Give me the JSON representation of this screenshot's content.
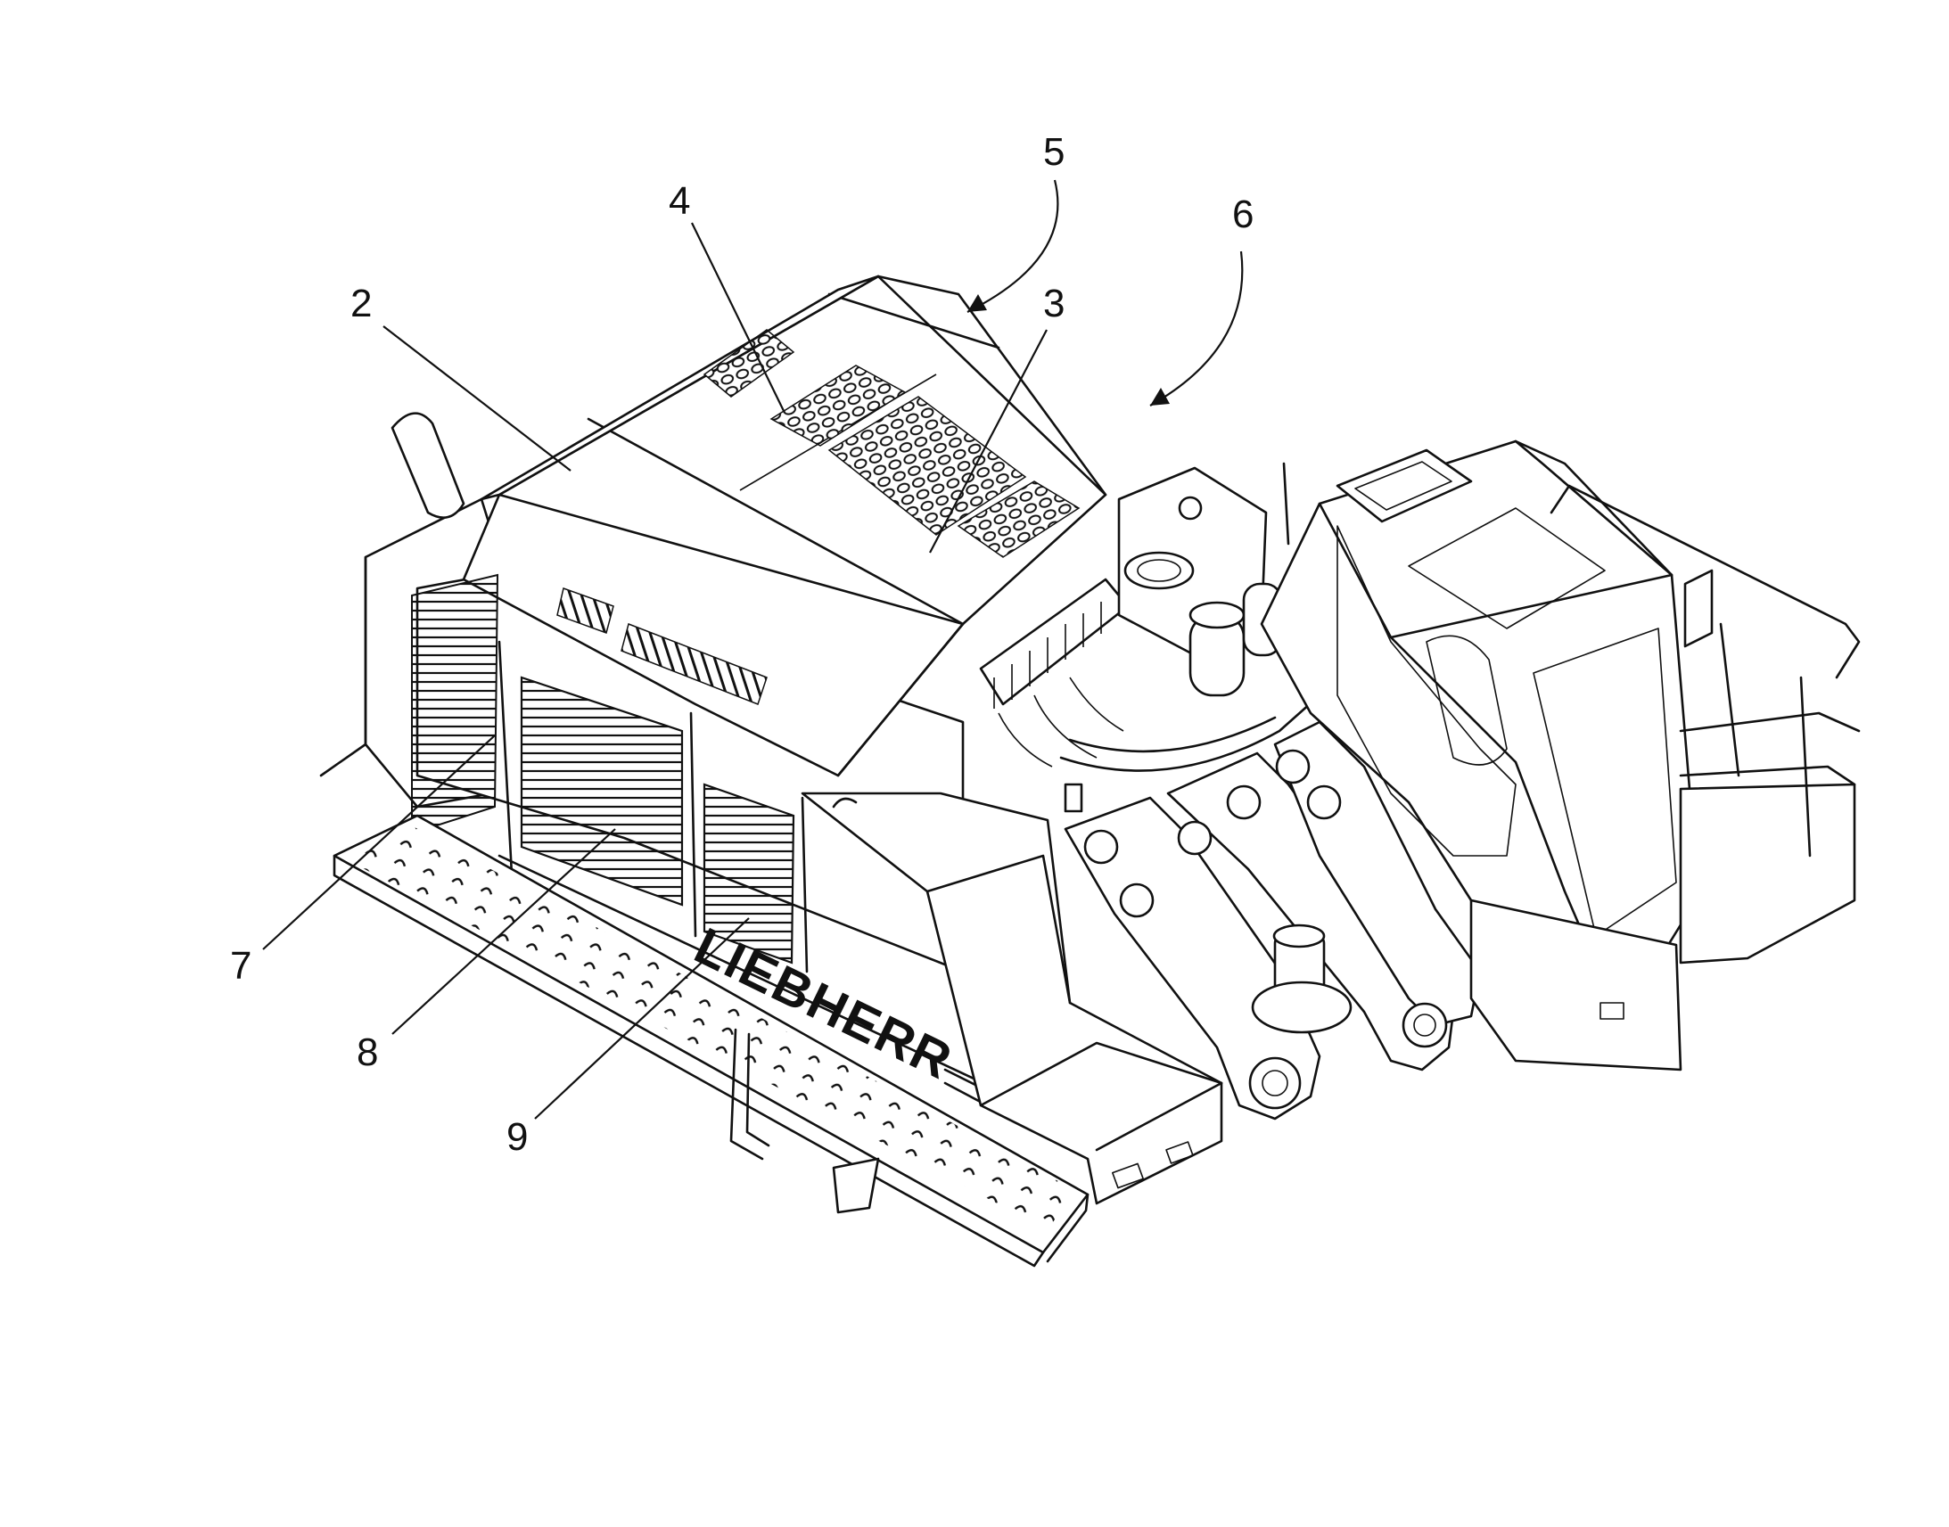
{
  "reference_numerals": {
    "r2": "2",
    "r3": "3",
    "r4": "4",
    "r5": "5",
    "r6": "6",
    "r7": "7",
    "r8": "8",
    "r9": "9"
  },
  "side_logo": "LIEBHERR"
}
